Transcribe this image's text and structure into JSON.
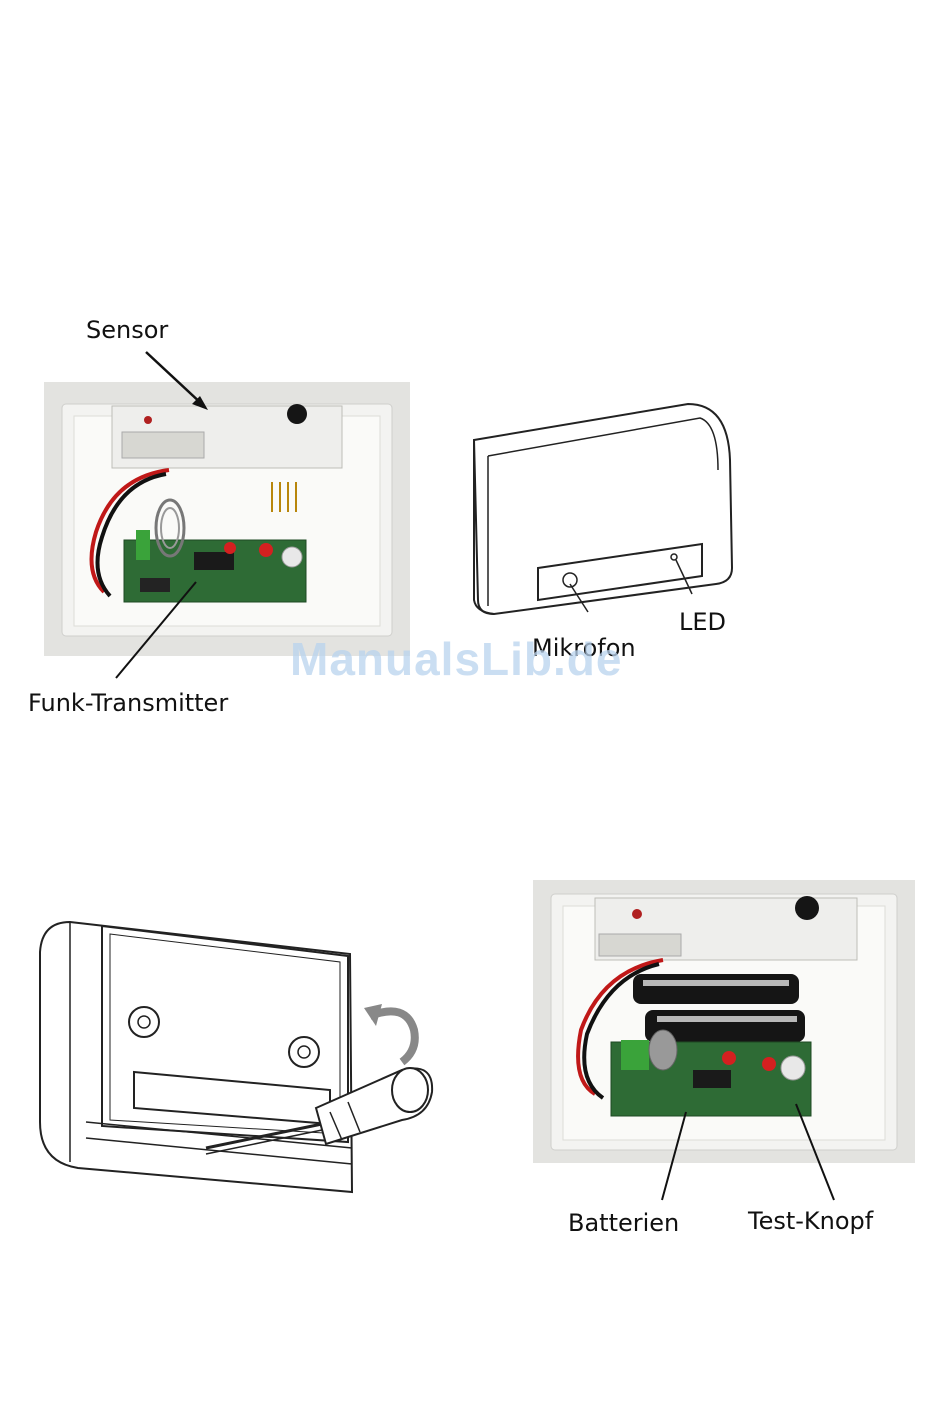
{
  "labels": {
    "sensor": "Sensor",
    "funk_transmitter": "Funk-Transmitter",
    "led": "LED",
    "mikrofon": "Mikrofon",
    "batterien": "Batterien",
    "test_knopf": "Test-Knopf"
  },
  "watermark": "ManualsLib.de",
  "colors": {
    "pcb_green": "#2e6b35",
    "led_red": "#d42020",
    "housing_white": "#f1f1ef",
    "watermark_blue": "#b9d3ee"
  }
}
